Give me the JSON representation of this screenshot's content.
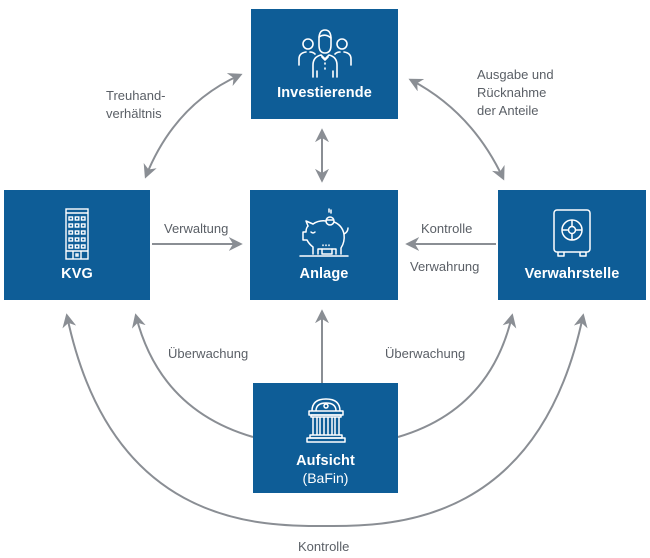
{
  "colors": {
    "box_fill": "#0e5d97",
    "box_text": "#ffffff",
    "arrow": "#8a8e94",
    "label_text": "#5a5f66"
  },
  "nodes": {
    "investierende": {
      "title": "Investierende",
      "icon": "people-group-icon"
    },
    "kvg": {
      "title": "KVG",
      "icon": "office-building-icon"
    },
    "anlage": {
      "title": "Anlage",
      "icon": "piggy-bank-icon"
    },
    "verwahrstelle": {
      "title": "Verwahrstelle",
      "icon": "safe-icon"
    },
    "aufsicht": {
      "title": "Aufsicht",
      "subtitle": "(BaFin)",
      "icon": "government-building-icon"
    }
  },
  "edges": [
    {
      "from": "kvg",
      "to": "investierende",
      "direction": "both",
      "label_lines": [
        "Treuhand-",
        "verhältnis"
      ]
    },
    {
      "from": "investierende",
      "to": "verwahrstelle",
      "direction": "both",
      "label_lines": [
        "Ausgabe und",
        "Rücknahme",
        "der Anteile"
      ]
    },
    {
      "from": "investierende",
      "to": "anlage",
      "direction": "both",
      "label_lines": []
    },
    {
      "from": "kvg",
      "to": "anlage",
      "direction": "forward",
      "label_lines": [
        "Verwaltung"
      ]
    },
    {
      "from": "verwahrstelle",
      "to": "anlage",
      "direction": "forward",
      "label_lines": [
        "Kontrolle",
        "Verwahrung"
      ]
    },
    {
      "from": "aufsicht",
      "to": "anlage",
      "direction": "forward",
      "label_lines": []
    },
    {
      "from": "aufsicht",
      "to": "kvg",
      "direction": "forward",
      "label_lines": [
        "Überwachung"
      ]
    },
    {
      "from": "aufsicht",
      "to": "verwahrstelle",
      "direction": "forward",
      "label_lines": [
        "Überwachung"
      ]
    },
    {
      "from": "verwahrstelle",
      "to": "kvg",
      "direction": "both",
      "label_lines": [
        "Kontrolle"
      ]
    }
  ],
  "labels": {
    "treuhand_1": "Treuhand-",
    "treuhand_2": "verhältnis",
    "ausgabe_1": "Ausgabe und",
    "ausgabe_2": "Rücknahme",
    "ausgabe_3": "der Anteile",
    "verwaltung": "Verwaltung",
    "kontrolle_right": "Kontrolle",
    "verwahrung": "Verwahrung",
    "ueberwachung_left": "Überwachung",
    "ueberwachung_right": "Überwachung",
    "kontrolle_bottom": "Kontrolle"
  }
}
